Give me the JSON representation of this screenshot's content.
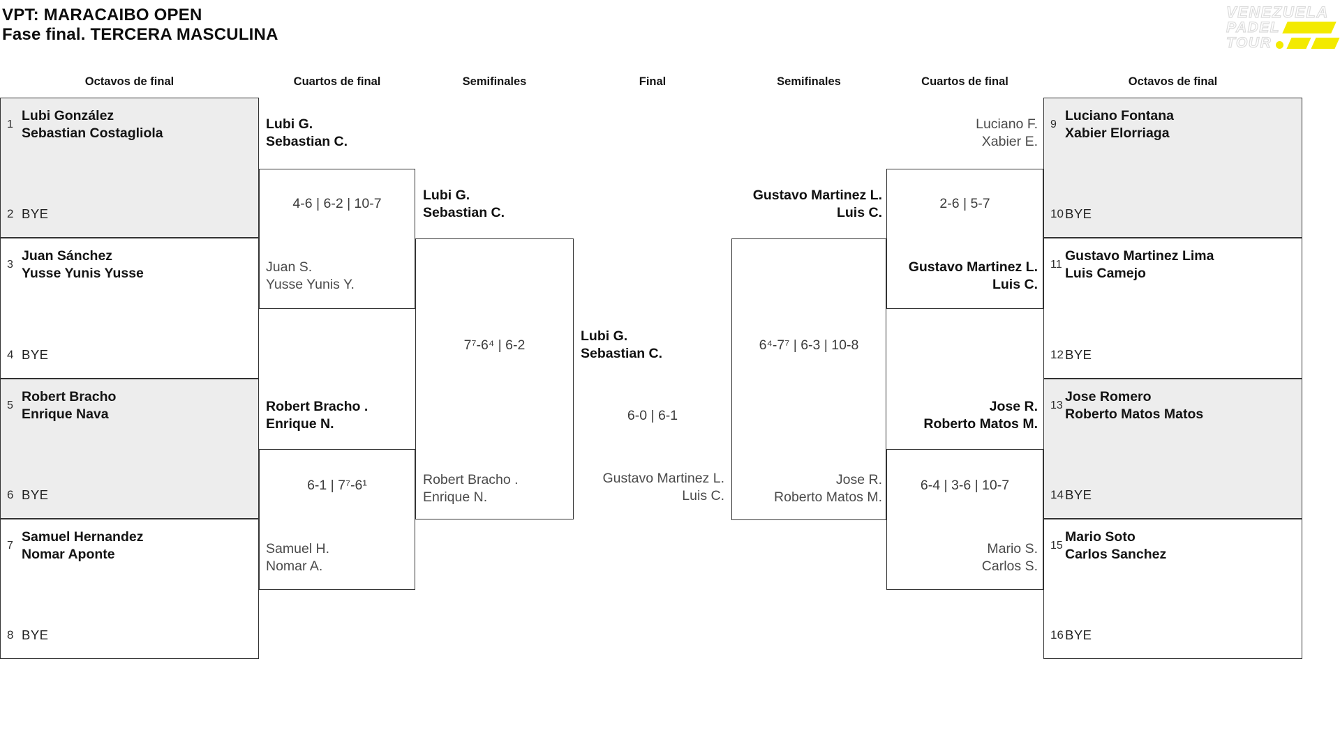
{
  "header": {
    "title_line1": "VPT: MARACAIBO OPEN",
    "title_line2": "Fase final. TERCERA MASCULINA"
  },
  "logo": {
    "word1": "VENEZUELA",
    "word2": "PADEL",
    "word3": "TOUR",
    "accent_color": "#f3ea00"
  },
  "round_headers": [
    "Octavos de final",
    "Cuartos de final",
    "Semifinales",
    "Final",
    "Semifinales",
    "Cuartos de final",
    "Octavos de final"
  ],
  "octavos_left": [
    {
      "seed": "1",
      "players": [
        "Lubi González",
        "Sebastian Costagliola"
      ],
      "bye_seed": "2",
      "bye_label": "BYE"
    },
    {
      "seed": "3",
      "players": [
        "Juan Sánchez",
        "Yusse Yunis Yusse"
      ],
      "bye_seed": "4",
      "bye_label": "BYE"
    },
    {
      "seed": "5",
      "players": [
        "Robert Bracho",
        "Enrique Nava"
      ],
      "bye_seed": "6",
      "bye_label": "BYE"
    },
    {
      "seed": "7",
      "players": [
        "Samuel Hernandez",
        "Nomar Aponte"
      ],
      "bye_seed": "8",
      "bye_label": "BYE"
    }
  ],
  "octavos_right": [
    {
      "seed": "9",
      "players": [
        "Luciano Fontana",
        "Xabier Elorriaga"
      ],
      "bye_seed": "10",
      "bye_label": "BYE"
    },
    {
      "seed": "11",
      "players": [
        "Gustavo Martinez Lima",
        "Luis Camejo"
      ],
      "bye_seed": "12",
      "bye_label": "BYE"
    },
    {
      "seed": "13",
      "players": [
        "Jose Romero",
        "Roberto Matos Matos"
      ],
      "bye_seed": "14",
      "bye_label": "BYE"
    },
    {
      "seed": "15",
      "players": [
        "Mario Soto",
        "Carlos Sanchez"
      ],
      "bye_seed": "16",
      "bye_label": "BYE"
    }
  ],
  "matches": {
    "qf_l1": {
      "top": [
        "Lubi G.",
        "Sebastian C."
      ],
      "score": "4-6 | 6-2 | 10-7",
      "bottom": [
        "Juan S.",
        "Yusse Yunis Y."
      ]
    },
    "qf_l2": {
      "top": [
        "Robert Bracho .",
        "Enrique N."
      ],
      "score": "6-1 | 7⁷-6¹",
      "bottom": [
        "Samuel H.",
        "Nomar A."
      ]
    },
    "sf_l": {
      "top": [
        "Lubi G.",
        "Sebastian C."
      ],
      "score": "7⁷-6⁴ | 6-2",
      "bottom": [
        "Robert Bracho .",
        "Enrique N."
      ]
    },
    "final": {
      "winner": [
        "Lubi G.",
        "Sebastian C."
      ],
      "score": "6-0 | 6-1",
      "runner_up": [
        "Gustavo Martinez L.",
        "Luis C."
      ]
    },
    "sf_r": {
      "top": [
        "Gustavo Martinez L.",
        "Luis C."
      ],
      "score": "6⁴-7⁷ | 6-3 | 10-8",
      "bottom": [
        "Jose R.",
        "Roberto Matos M."
      ]
    },
    "qf_r1": {
      "top": [
        "Luciano F.",
        "Xabier E."
      ],
      "score": "2-6 | 5-7",
      "bottom": [
        "Gustavo Martinez L.",
        "Luis C."
      ]
    },
    "qf_r2": {
      "top": [
        "Jose R.",
        "Roberto Matos M."
      ],
      "score": "6-4 | 3-6 | 10-7",
      "bottom": [
        "Mario S.",
        "Carlos S."
      ]
    }
  },
  "colors": {
    "shaded_box": "#ededed",
    "box_border": "#333333",
    "winner_text": "#101010",
    "loser_text": "#4a4a4a",
    "accent_yellow": "#f3ea00"
  }
}
